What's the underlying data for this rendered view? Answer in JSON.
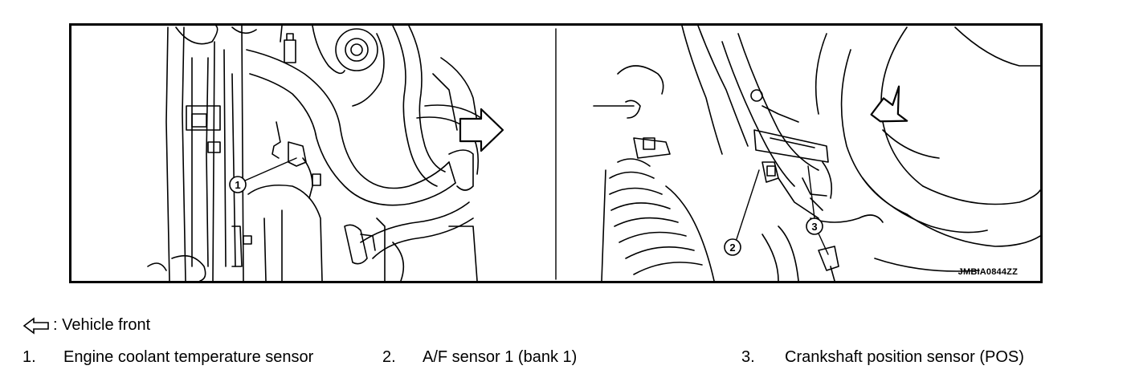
{
  "figure": {
    "figure_id": "JMBIA0844ZZ",
    "callouts": [
      "1",
      "2",
      "3"
    ]
  },
  "legend": {
    "arrow_icon": "hollow-left-arrow-icon",
    "arrow_label": ": Vehicle front"
  },
  "items": [
    {
      "number": "1.",
      "label": "Engine coolant temperature sensor"
    },
    {
      "number": "2.",
      "label": "A/F sensor 1 (bank 1)"
    },
    {
      "number": "3.",
      "label": "Crankshaft position sensor (POS)"
    }
  ]
}
